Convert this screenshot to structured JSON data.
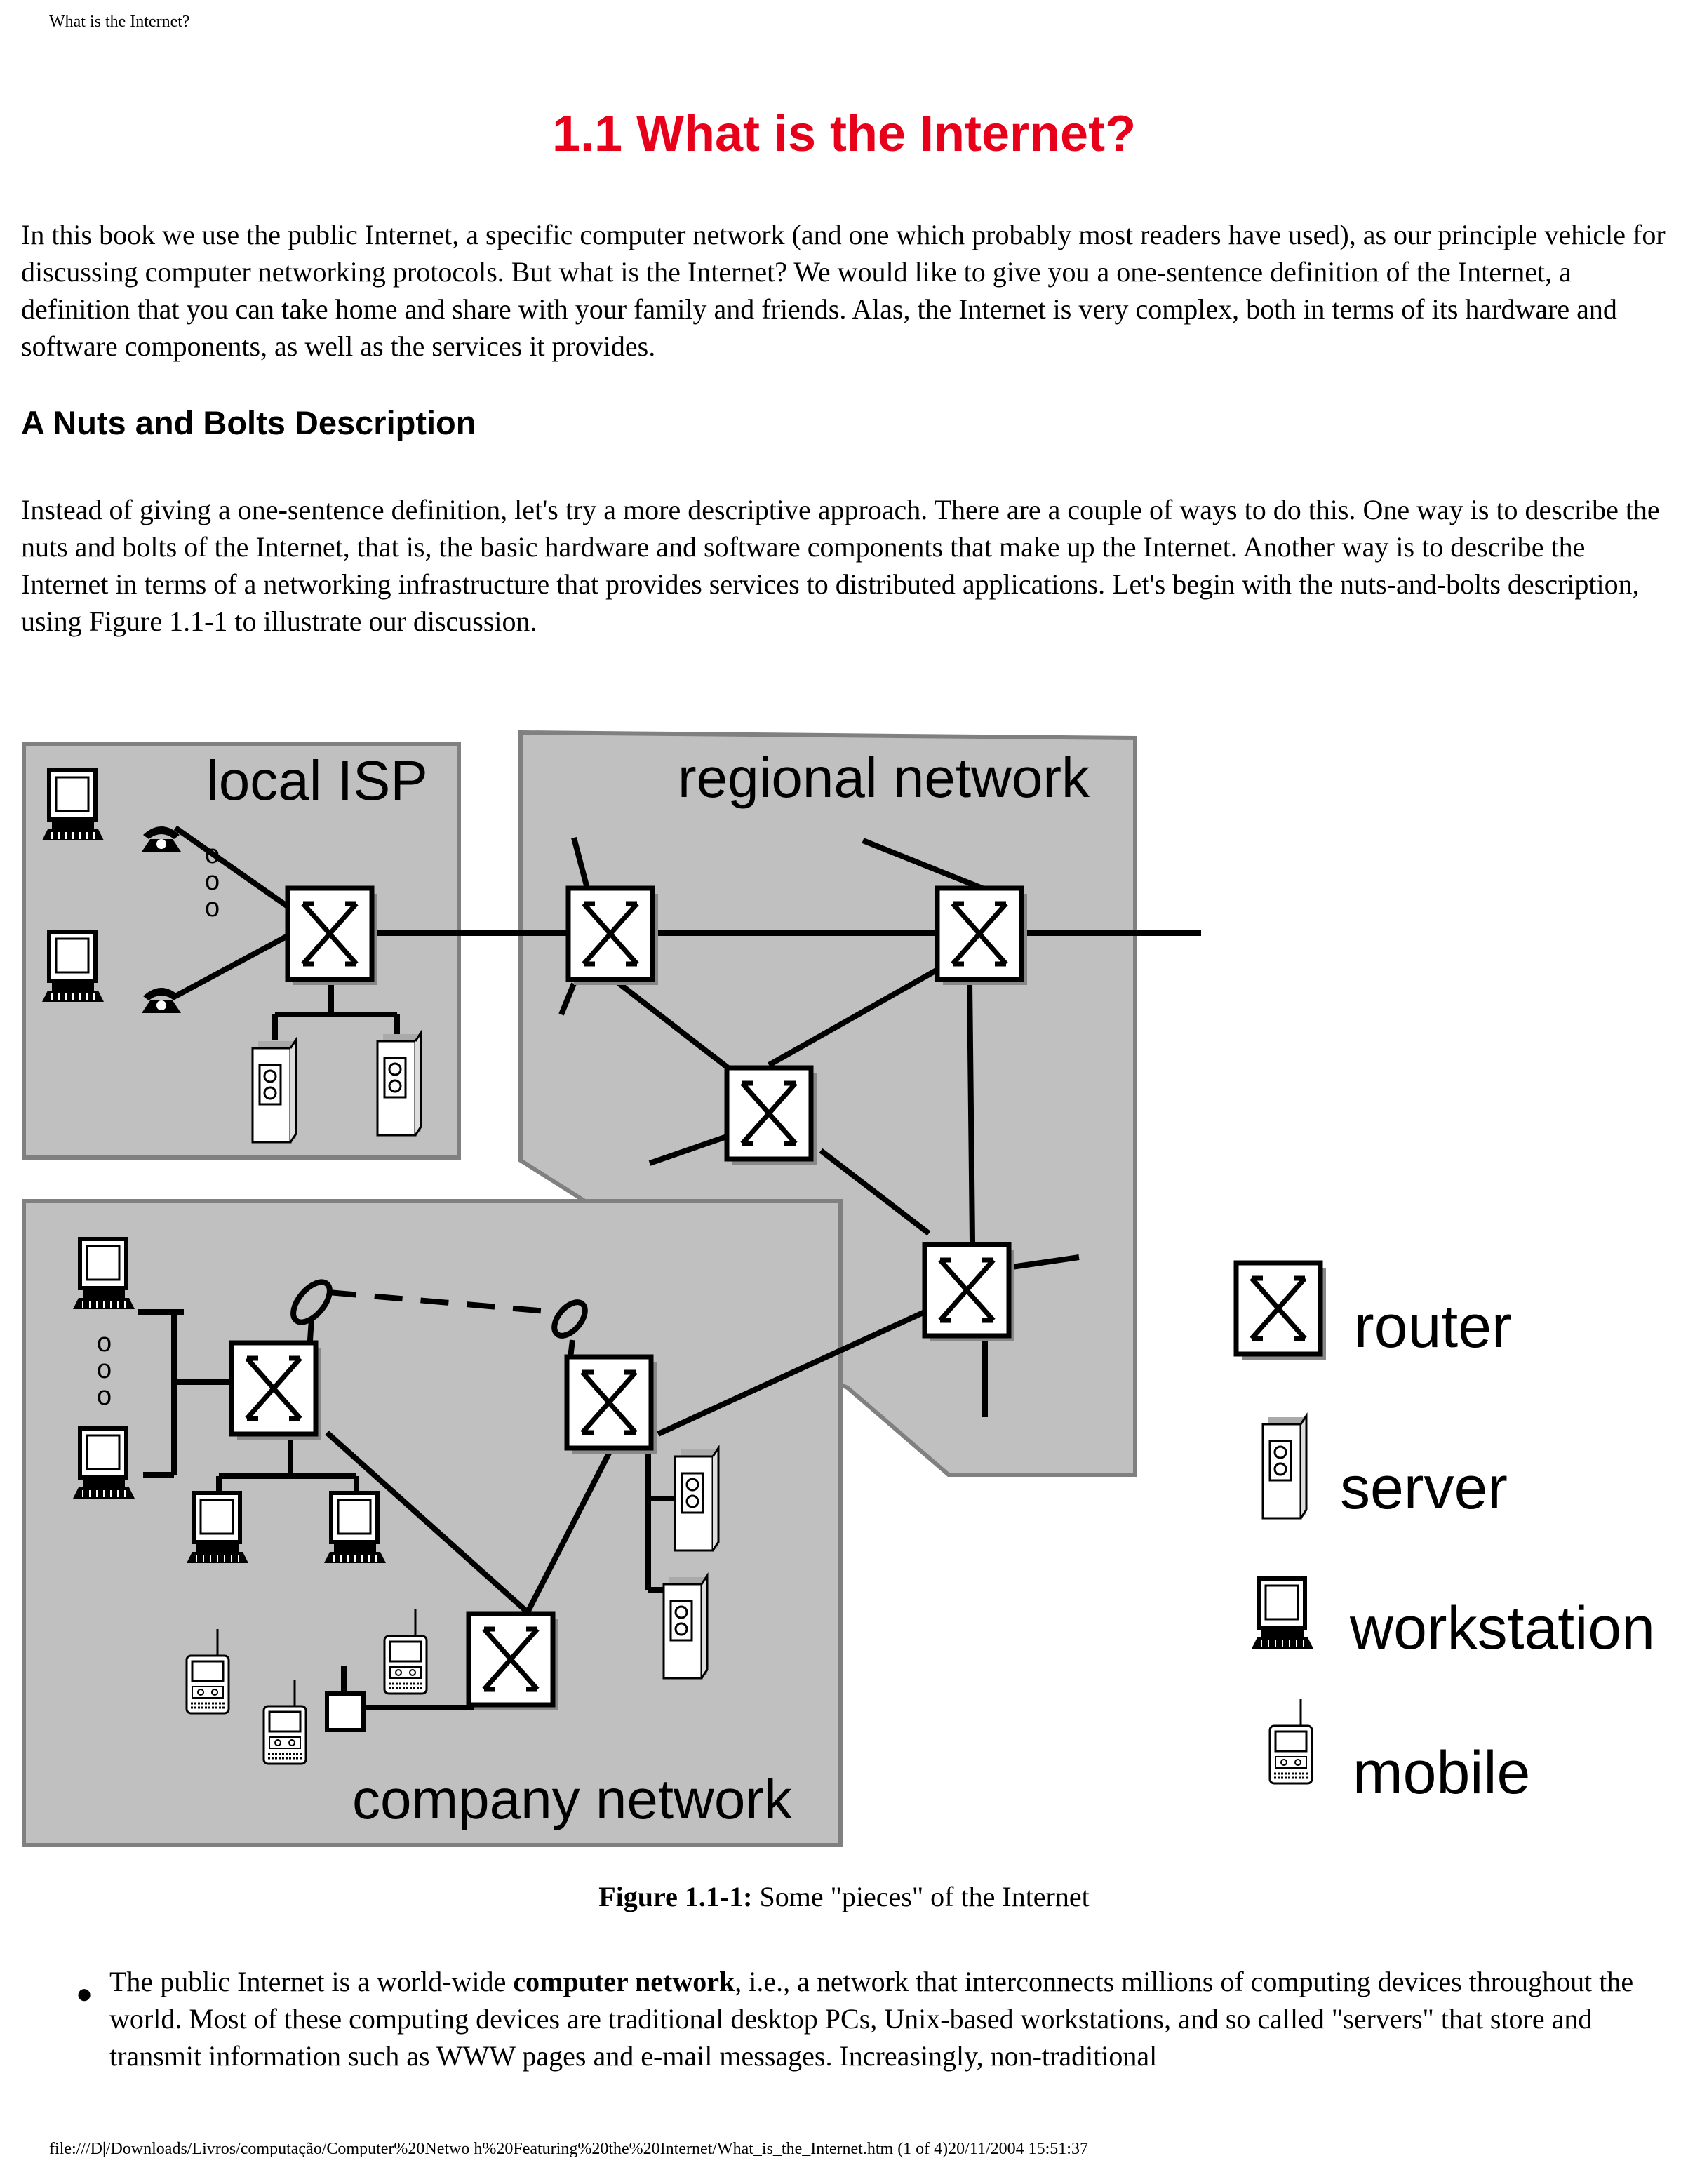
{
  "header_title": "What is the Internet?",
  "heading": "1.1 What is the Internet?",
  "intro": "In this book we use the public Internet, a specific computer network (and one which probably most readers have used), as our principle vehicle for discussing computer networking protocols. But what is the Internet? We would like to give you a one-sentence definition of the Internet, a definition that you can take home and share with your family and friends. Alas, the Internet is very complex, both in terms of its hardware and software components, as well as the services it provides.",
  "section_heading": "A Nuts and Bolts Description",
  "section_para": "Instead of giving a one-sentence definition, let's try a more descriptive approach. There are a couple of ways to do this. One way is to describe the nuts and bolts of the Internet, that is, the basic hardware and software components that make up the Internet. Another way is to describe the Internet in terms of a networking infrastructure that provides services to distributed applications. Let's begin with the nuts-and-bolts description, using Figure 1.1-1 to illustrate our discussion.",
  "figure": {
    "label_local_isp": "local ISP",
    "label_regional": "regional network",
    "label_company": "company network",
    "legend": {
      "router": "router",
      "server": "server",
      "workstation": "workstation",
      "mobile": "mobile"
    },
    "router_glyph": "X",
    "ellipsis_glyph": "o"
  },
  "caption": {
    "bold": "Figure 1.1-1:",
    "text": " Some \"pieces\" of the Internet"
  },
  "bullet": {
    "before": "The public Internet is a world-wide ",
    "bold": "computer network",
    "after": ", i.e., a network that interconnects millions of computing devices throughout the world.  Most of these computing devices are traditional desktop PCs,  Unix-based workstations, and so called \"servers\" that store and transmit information such as WWW pages and e-mail messages.  Increasingly, non-traditional"
  },
  "footer": "file:///D|/Downloads/Livros/computação/Computer%20Netwo   h%20Featuring%20the%20Internet/What_is_the_Internet.htm (1 of 4)20/11/2004 15:51:37"
}
